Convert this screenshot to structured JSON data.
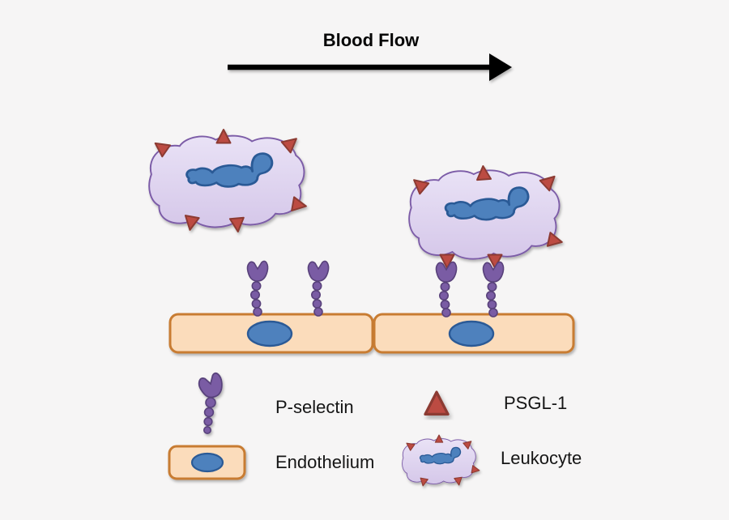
{
  "header": {
    "blood_flow_label": "Blood Flow",
    "arrow_direction": "right"
  },
  "diagram": {
    "description_items": {
      "free_pselectin_count": 2,
      "bound_pselectin_count": 2,
      "leukocyte_count": 2,
      "endothelium_cell_count": 2
    }
  },
  "legend": {
    "items": [
      {
        "id": "p-selectin",
        "label": "P-selectin",
        "icon": "p-selectin-icon"
      },
      {
        "id": "psgl1",
        "label": "PSGL-1",
        "icon": "psgl1-triangle-icon"
      },
      {
        "id": "endothelium",
        "label": "Endothelium",
        "icon": "endothelium-icon"
      },
      {
        "id": "leukocyte",
        "label": "Leukocyte",
        "icon": "leukocyte-icon"
      }
    ]
  },
  "colors": {
    "background": "#F6F5F5",
    "arrow": "#060606",
    "text": "#151515",
    "leukocyte_top": "#E9E2F6",
    "leukocyte_bottom": "#D5C7E9",
    "leukocyte_outline": "#7B5BA7",
    "nucleus_fill": "#4E81BD",
    "nucleus_outline": "#2B5A96",
    "psgl1_fill": "#BC4B43",
    "psgl1_outline": "#8C3A33",
    "pselectin_fill": "#7A5CA4",
    "pselectin_outline": "#59427B",
    "endothelium_fill": "#FBDCBB",
    "endothelium_outline": "#C87B30"
  }
}
